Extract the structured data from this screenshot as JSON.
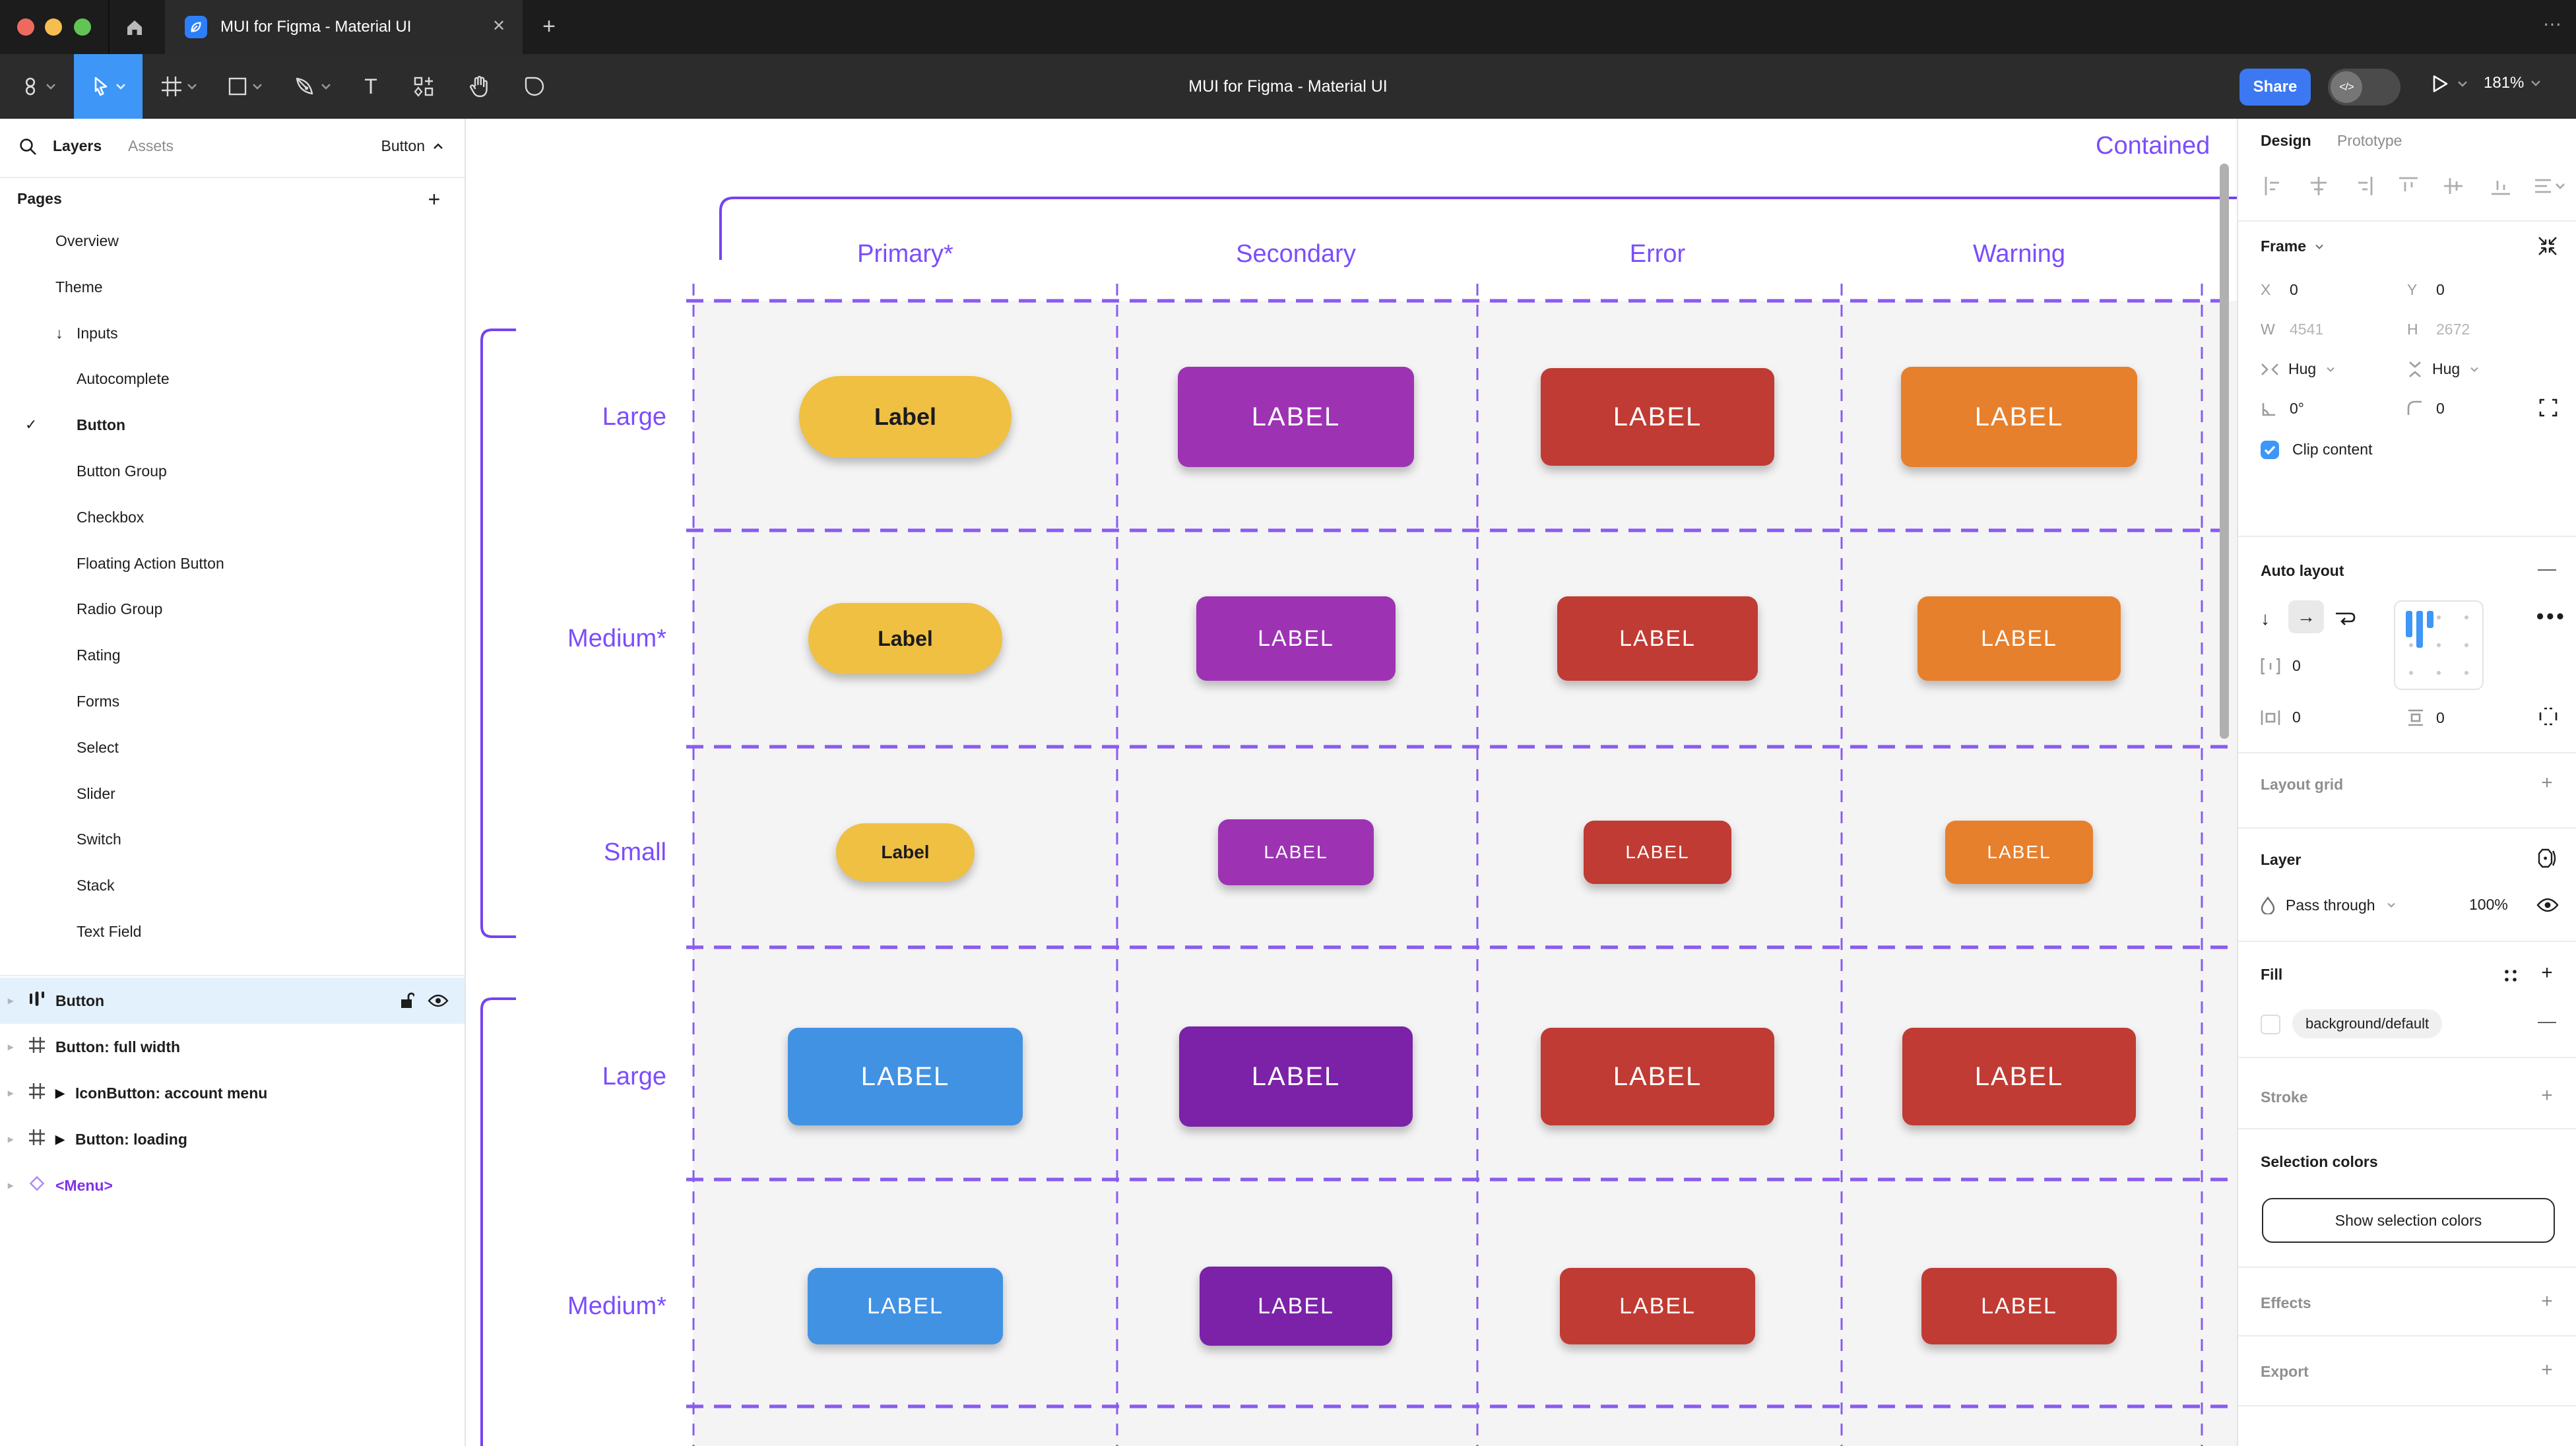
{
  "window": {
    "tab_title": "MUI for Figma - Material UI",
    "close_glyph": "✕",
    "add_glyph": "+",
    "overflow_glyph": "⋯"
  },
  "toolbar": {
    "title": "MUI for Figma - Material UI",
    "share_label": "Share",
    "dev_toggle_glyph": "</>",
    "zoom_level": "181%"
  },
  "sidebar": {
    "layers_tab": "Layers",
    "assets_tab": "Assets",
    "page_selector": "Button",
    "pages_title": "Pages",
    "pages_add": "+",
    "pages": [
      {
        "label": "Overview",
        "indent": 42
      },
      {
        "label": "Theme",
        "indent": 42
      },
      {
        "label": "Inputs",
        "indent": 58,
        "arrow": "↓"
      },
      {
        "label": "Autocomplete",
        "indent": 58
      },
      {
        "label": "Button",
        "indent": 58,
        "checked": true,
        "bold": true
      },
      {
        "label": "Button Group",
        "indent": 58
      },
      {
        "label": "Checkbox",
        "indent": 58
      },
      {
        "label": "Floating Action Button",
        "indent": 58
      },
      {
        "label": "Radio Group",
        "indent": 58
      },
      {
        "label": "Rating",
        "indent": 58
      },
      {
        "label": "Forms",
        "indent": 58
      },
      {
        "label": "Select",
        "indent": 58
      },
      {
        "label": "Slider",
        "indent": 58
      },
      {
        "label": "Switch",
        "indent": 58
      },
      {
        "label": "Stack",
        "indent": 58
      },
      {
        "label": "Text Field",
        "indent": 58
      }
    ],
    "layers": [
      {
        "label": "Button",
        "icon": "autolayout",
        "selected": true
      },
      {
        "label": "Button: full width",
        "icon": "frame"
      },
      {
        "label": "IconButton: account menu",
        "icon": "frame",
        "component_marker": true
      },
      {
        "label": "Button: loading",
        "icon": "frame",
        "component_marker": true
      },
      {
        "label": "<Menu>",
        "icon": "diamond",
        "purple": true
      }
    ]
  },
  "canvas": {
    "frame_name": "Contained",
    "columns": [
      "Primary*",
      "Secondary",
      "Error",
      "Warning"
    ],
    "row_labels": [
      "Large",
      "Medium*",
      "Small",
      "Large",
      "Medium*"
    ],
    "buttons": [
      [
        {
          "text": "Label",
          "bg": "#efc042",
          "fg": "#1c1b1f",
          "w": 161,
          "h": 62,
          "r": 31,
          "fs": 18,
          "bold": true
        },
        {
          "text": "LABEL",
          "bg": "#9d33b3",
          "fg": "#ffffff",
          "w": 179,
          "h": 76,
          "r": 8,
          "fs": 20
        },
        {
          "text": "LABEL",
          "bg": "#c03b33",
          "fg": "#ffffff",
          "w": 177,
          "h": 74,
          "r": 8,
          "fs": 20
        },
        {
          "text": "LABEL",
          "bg": "#e6802d",
          "fg": "#ffffff",
          "w": 179,
          "h": 76,
          "r": 8,
          "fs": 20
        }
      ],
      [
        {
          "text": "Label",
          "bg": "#efc042",
          "fg": "#1c1b1f",
          "w": 147,
          "h": 54,
          "r": 27,
          "fs": 16,
          "bold": true
        },
        {
          "text": "LABEL",
          "bg": "#9d33b3",
          "fg": "#ffffff",
          "w": 151,
          "h": 64,
          "r": 8,
          "fs": 17
        },
        {
          "text": "LABEL",
          "bg": "#c03b33",
          "fg": "#ffffff",
          "w": 152,
          "h": 64,
          "r": 8,
          "fs": 17
        },
        {
          "text": "LABEL",
          "bg": "#e6802d",
          "fg": "#ffffff",
          "w": 154,
          "h": 64,
          "r": 8,
          "fs": 17
        }
      ],
      [
        {
          "text": "Label",
          "bg": "#efc042",
          "fg": "#1c1b1f",
          "w": 105,
          "h": 44,
          "r": 22,
          "fs": 14,
          "bold": true
        },
        {
          "text": "LABEL",
          "bg": "#9d33b3",
          "fg": "#ffffff",
          "w": 118,
          "h": 50,
          "r": 8,
          "fs": 14
        },
        {
          "text": "LABEL",
          "bg": "#c03b33",
          "fg": "#ffffff",
          "w": 112,
          "h": 48,
          "r": 8,
          "fs": 14
        },
        {
          "text": "LABEL",
          "bg": "#e6802d",
          "fg": "#ffffff",
          "w": 112,
          "h": 48,
          "r": 8,
          "fs": 14
        }
      ],
      [
        {
          "text": "LABEL",
          "bg": "#4292e4",
          "fg": "#ffffff",
          "w": 178,
          "h": 74,
          "r": 8,
          "fs": 20
        },
        {
          "text": "LABEL",
          "bg": "#7b22a8",
          "fg": "#ffffff",
          "w": 177,
          "h": 76,
          "r": 8,
          "fs": 20
        },
        {
          "text": "LABEL",
          "bg": "#c03b33",
          "fg": "#ffffff",
          "w": 177,
          "h": 74,
          "r": 8,
          "fs": 20
        },
        {
          "text": "LABEL",
          "bg": "#c03b33",
          "fg": "#ffffff",
          "w": 177,
          "h": 74,
          "r": 8,
          "fs": 20
        }
      ],
      [
        {
          "text": "LABEL",
          "bg": "#4292e4",
          "fg": "#ffffff",
          "w": 148,
          "h": 58,
          "r": 8,
          "fs": 17
        },
        {
          "text": "LABEL",
          "bg": "#7b22a8",
          "fg": "#ffffff",
          "w": 146,
          "h": 60,
          "r": 8,
          "fs": 17
        },
        {
          "text": "LABEL",
          "bg": "#c03b33",
          "fg": "#ffffff",
          "w": 148,
          "h": 58,
          "r": 8,
          "fs": 17
        },
        {
          "text": "LABEL",
          "bg": "#c03b33",
          "fg": "#ffffff",
          "w": 148,
          "h": 58,
          "r": 8,
          "fs": 17
        }
      ]
    ]
  },
  "panel": {
    "design_tab": "Design",
    "prototype_tab": "Prototype",
    "frame": {
      "title": "Frame",
      "x_label": "X",
      "x_value": "0",
      "y_label": "Y",
      "y_value": "0",
      "w_label": "W",
      "w_value": "4541",
      "h_label": "H",
      "h_value": "2672",
      "hug_h": "Hug",
      "hug_v": "Hug",
      "rotation": "0°",
      "radius": "0",
      "clip_label": "Clip content"
    },
    "auto_layout": {
      "title": "Auto layout",
      "gap": "0",
      "pad_h": "0",
      "pad_v": "0"
    },
    "layout_grid_title": "Layout grid",
    "layer": {
      "title": "Layer",
      "blend": "Pass through",
      "opacity": "100%"
    },
    "fill": {
      "title": "Fill",
      "token": "background/default"
    },
    "stroke_title": "Stroke",
    "selection_colors": {
      "title": "Selection colors",
      "button_label": "Show selection colors"
    },
    "effects_title": "Effects",
    "export_title": "Export"
  },
  "colors": {
    "accent_blue": "#3e97f6",
    "share_blue": "#3c78f2",
    "canvas_purple_text": "#7c4dfc",
    "grid_dash_purple": "#8a5bf0",
    "frame_border_purple": "#7643f0",
    "cell_gray": "#f4f4f5",
    "selected_row_blue": "#e3f1fd",
    "menu_layer_purple": "#8133e8",
    "traffic_red": "#ee6a5f",
    "traffic_yellow": "#f5be4f",
    "traffic_green": "#61c454"
  }
}
